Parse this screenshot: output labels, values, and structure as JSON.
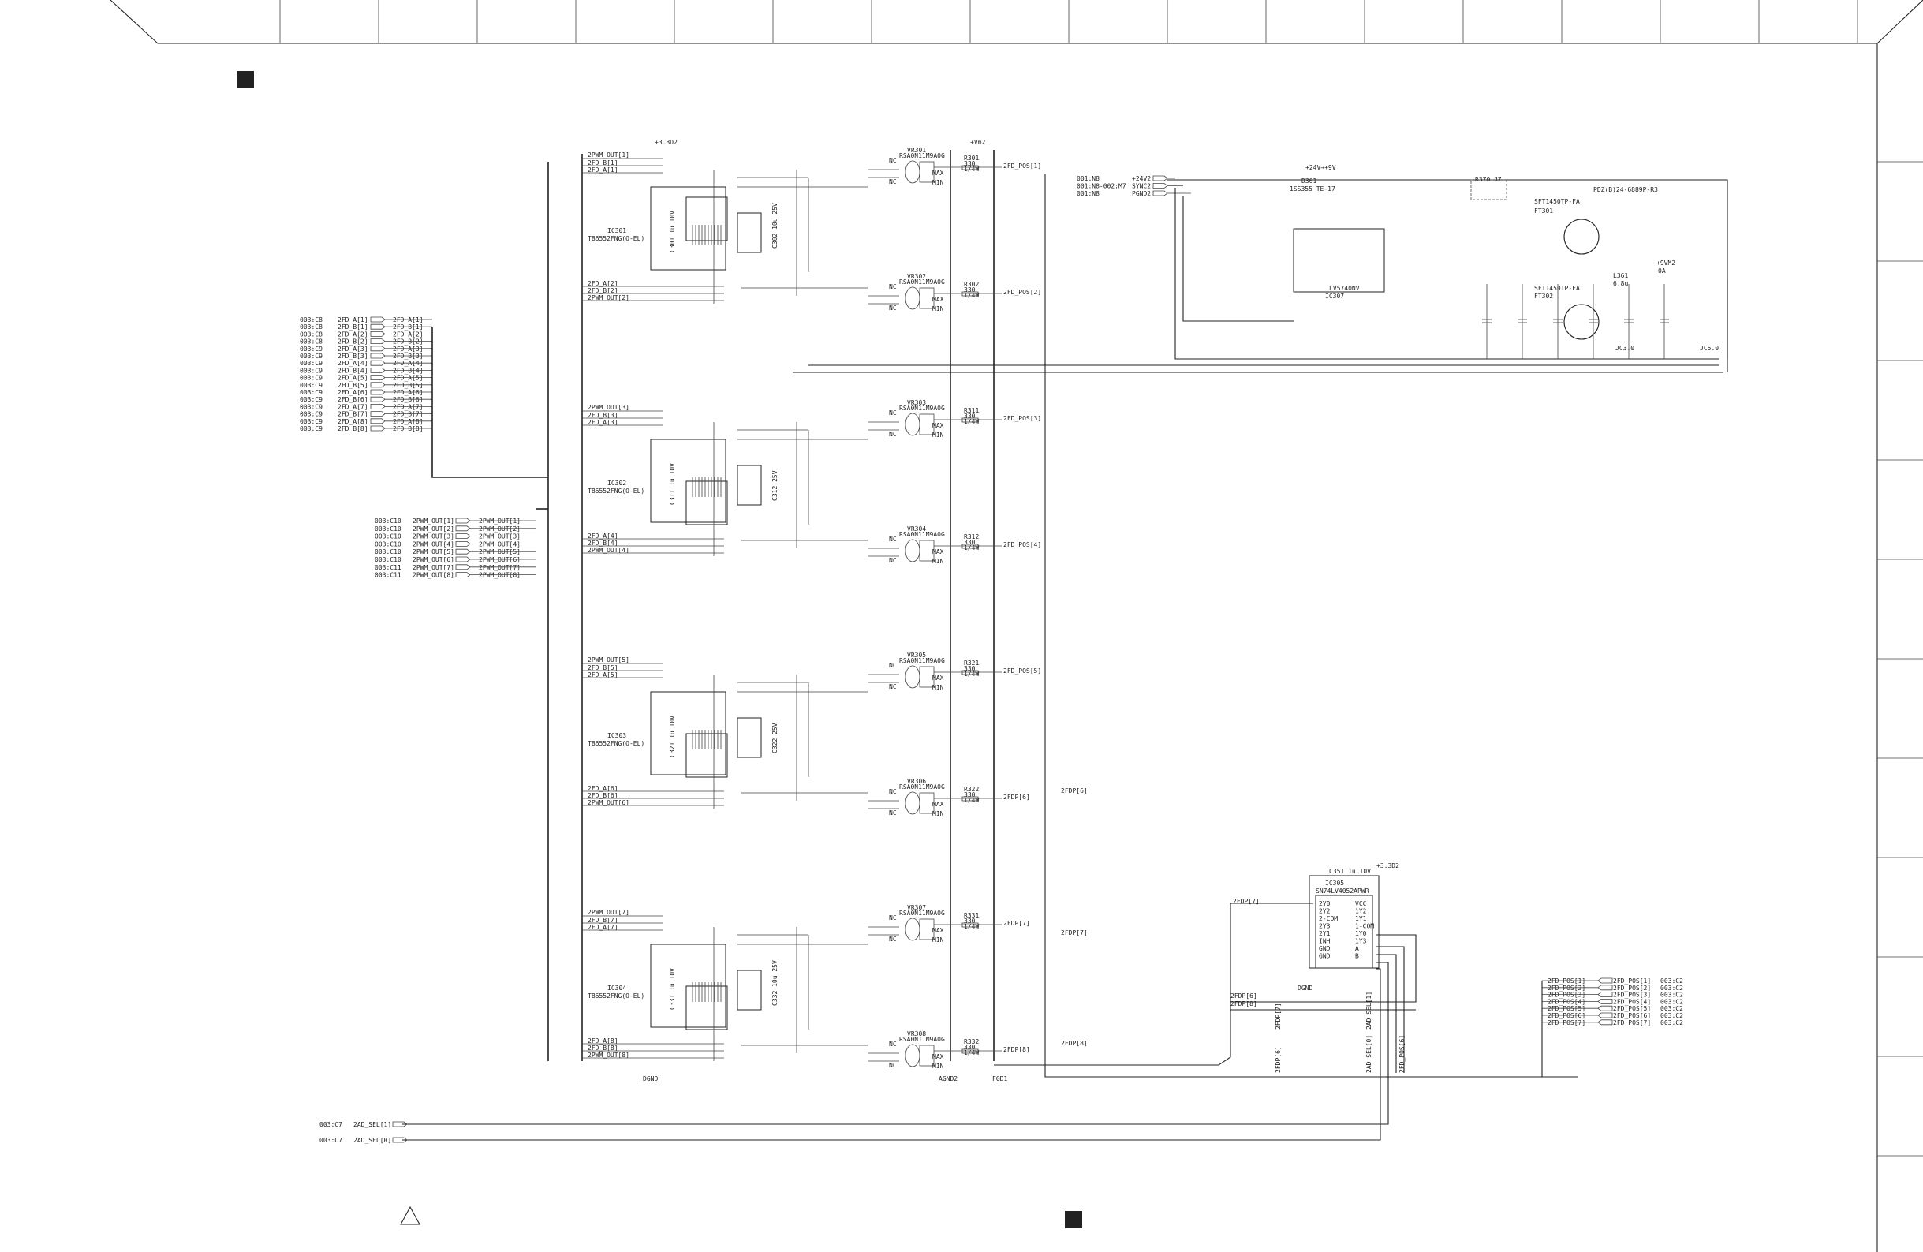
{
  "inputs_left": [
    {
      "ref": "003:C8",
      "net": "2FD_A[1]"
    },
    {
      "ref": "003:C8",
      "net": "2FD_B[1]"
    },
    {
      "ref": "003:C8",
      "net": "2FD_A[2]"
    },
    {
      "ref": "003:C8",
      "net": "2FD_B[2]"
    },
    {
      "ref": "003:C9",
      "net": "2FD_A[3]"
    },
    {
      "ref": "003:C9",
      "net": "2FD_B[3]"
    },
    {
      "ref": "003:C9",
      "net": "2FD_A[4]"
    },
    {
      "ref": "003:C9",
      "net": "2FD_B[4]"
    },
    {
      "ref": "003:C9",
      "net": "2FD_A[5]"
    },
    {
      "ref": "003:C9",
      "net": "2FD_B[5]"
    },
    {
      "ref": "003:C9",
      "net": "2FD_A[6]"
    },
    {
      "ref": "003:C9",
      "net": "2FD_B[6]"
    },
    {
      "ref": "003:C9",
      "net": "2FD_A[7]"
    },
    {
      "ref": "003:C9",
      "net": "2FD_B[7]"
    },
    {
      "ref": "003:C9",
      "net": "2FD_A[8]"
    },
    {
      "ref": "003:C9",
      "net": "2FD_B[8]"
    }
  ],
  "pwm_inputs": [
    {
      "ref": "003:C10",
      "net": "2PWM_OUT[1]"
    },
    {
      "ref": "003:C10",
      "net": "2PWM_OUT[2]"
    },
    {
      "ref": "003:C10",
      "net": "2PWM_OUT[3]"
    },
    {
      "ref": "003:C10",
      "net": "2PWM_OUT[4]"
    },
    {
      "ref": "003:C10",
      "net": "2PWM_OUT[5]"
    },
    {
      "ref": "003:C10",
      "net": "2PWM_OUT[6]"
    },
    {
      "ref": "003:C11",
      "net": "2PWM_OUT[7]"
    },
    {
      "ref": "003:C11",
      "net": "2PWM_OUT[8]"
    }
  ],
  "drivers": [
    {
      "ref": "IC301",
      "part": "TB6552FNG(O-EL)",
      "cap": "C301 1u 10V",
      "cap2": "C302 10u 25V",
      "nets": [
        "2PWM_OUT[1]",
        "2FD_B[1]",
        "2FD_A[1]",
        "2FD_A[2]",
        "2FD_B[2]",
        "2PWM_OUT[2]"
      ]
    },
    {
      "ref": "IC302",
      "part": "TB6552FNG(O-EL)",
      "cap": "C311 1u 10V",
      "cap2": "C312 25V",
      "nets": [
        "2PWM_OUT[3]",
        "2FD_B[3]",
        "2FD_A[3]",
        "2FD_A[4]",
        "2FD_B[4]",
        "2PWM_OUT[4]"
      ]
    },
    {
      "ref": "IC303",
      "part": "TB6552FNG(O-EL)",
      "cap": "C321 1u 10V",
      "cap2": "C322 25V",
      "nets": [
        "2PWM_OUT[5]",
        "2FD_B[5]",
        "2FD_A[5]",
        "2FD_A[6]",
        "2FD_B[6]",
        "2PWM_OUT[6]"
      ]
    },
    {
      "ref": "IC304",
      "part": "TB6552FNG(O-EL)",
      "cap": "C331 1u 10V",
      "cap2": "C332 10u 25V",
      "nets": [
        "2PWM_OUT[7]",
        "2FD_B[7]",
        "2FD_A[7]",
        "2FD_A[8]",
        "2FD_B[8]",
        "2PWM_OUT[8]"
      ]
    }
  ],
  "faders": [
    {
      "ref": "VR301",
      "res": "R301",
      "val": "330",
      "pos": "2FD_POS[1]"
    },
    {
      "ref": "VR302",
      "res": "R302",
      "val": "330",
      "pos": "2FD_POS[2]"
    },
    {
      "ref": "VR303",
      "res": "R311",
      "val": "330",
      "pos": "2FD_POS[3]"
    },
    {
      "ref": "VR304",
      "res": "R312",
      "val": "330",
      "pos": "2FD_POS[4]"
    },
    {
      "ref": "VR305",
      "res": "R321",
      "val": "330",
      "pos": "2FD_POS[5]"
    },
    {
      "ref": "VR306",
      "res": "R322",
      "val": "330",
      "pos": "2FDP[6]"
    },
    {
      "ref": "VR307",
      "res": "R331",
      "val": "330",
      "pos": "2FDP[7]"
    },
    {
      "ref": "VR308",
      "res": "R332",
      "val": "330",
      "pos": "2FDP[8]"
    }
  ],
  "fader_labels": {
    "part": "RSA0N11M9A0G",
    "nc": "NC",
    "max": "MAX",
    "min": "MIN",
    "watt": "1/4W"
  },
  "power": {
    "vdd": "+3.3D2",
    "vm": "+Vm2",
    "agnd": "AGND2",
    "dgnd": "DGND",
    "fgnd": "FGD1",
    "title": "+24V→+9V",
    "inputs": [
      {
        "ref": "001:N8",
        "net": "+24V2"
      },
      {
        "ref": "001:N8-002:M7",
        "net": "SYNC2"
      },
      {
        "ref": "001:N8",
        "net": "PGND2"
      }
    ],
    "ic": "IC307",
    "ic_part": "LV5740NV",
    "d": "D361",
    "d_part": "1SS355 TE-17",
    "fet1": "FT301",
    "fet2": "FT302",
    "fet_part": "SFT1450TP-FA",
    "l": "L361",
    "l_val": "6.8u",
    "out": "+9VM2",
    "out_sub": "0A",
    "pdz": "PDZ(B)24-6889P-R3",
    "jc": "JC5.0",
    "jc2": "JC3.0",
    "r370": "R370 47"
  },
  "mux": {
    "ref": "IC305",
    "part": "SN74LV4052APWR",
    "cap": "C351 1u 10V",
    "vcc": "+3.3D2",
    "gnd": "DGND",
    "pins_left": [
      "2Y0",
      "2Y2",
      "2-COM",
      "2Y3",
      "2Y1",
      "INH",
      "GND",
      "GND"
    ],
    "pins_right": [
      "VCC",
      "1Y2",
      "1Y1",
      "1-COM",
      "1Y0",
      "1Y3",
      "A",
      "B"
    ]
  },
  "outputs_right": [
    {
      "net": "2FD_POS[1]",
      "ref": "003:C2"
    },
    {
      "net": "2FD_POS[2]",
      "ref": "003:C2"
    },
    {
      "net": "2FD_POS[3]",
      "ref": "003:C2"
    },
    {
      "net": "2FD_POS[4]",
      "ref": "003:C2"
    },
    {
      "net": "2FD_POS[5]",
      "ref": "003:C2"
    },
    {
      "net": "2FD_POS[6]",
      "ref": "003:C2"
    },
    {
      "net": "2FD_POS[7]",
      "ref": "003:C2"
    }
  ],
  "sel_inputs": [
    {
      "ref": "003:C7",
      "net": "2AD_SEL[1]"
    },
    {
      "ref": "003:C7",
      "net": "2AD_SEL[0]"
    }
  ],
  "vertical_labels": [
    "2FDP[6]",
    "2FDP[7]",
    "2AD_SEL[0]",
    "2AD_SEL[1]",
    "2FD_POS[6]"
  ],
  "colors": {
    "ink": "#222222",
    "bg": "#ffffff"
  }
}
